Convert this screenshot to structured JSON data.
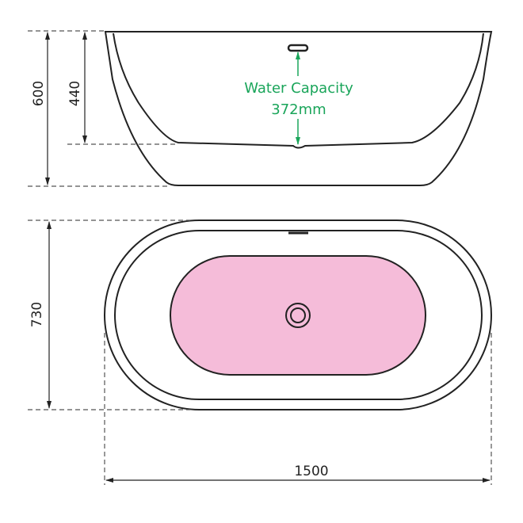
{
  "side_view": {
    "total_height": "600",
    "inner_depth": "440",
    "water_capacity_label": "Water Capacity",
    "water_capacity_value": "372mm"
  },
  "top_view": {
    "width_label": "730",
    "length_label": "1500"
  },
  "colors": {
    "basin": "#f5bcd9",
    "accent": "#1aa55a",
    "line": "#222222"
  }
}
